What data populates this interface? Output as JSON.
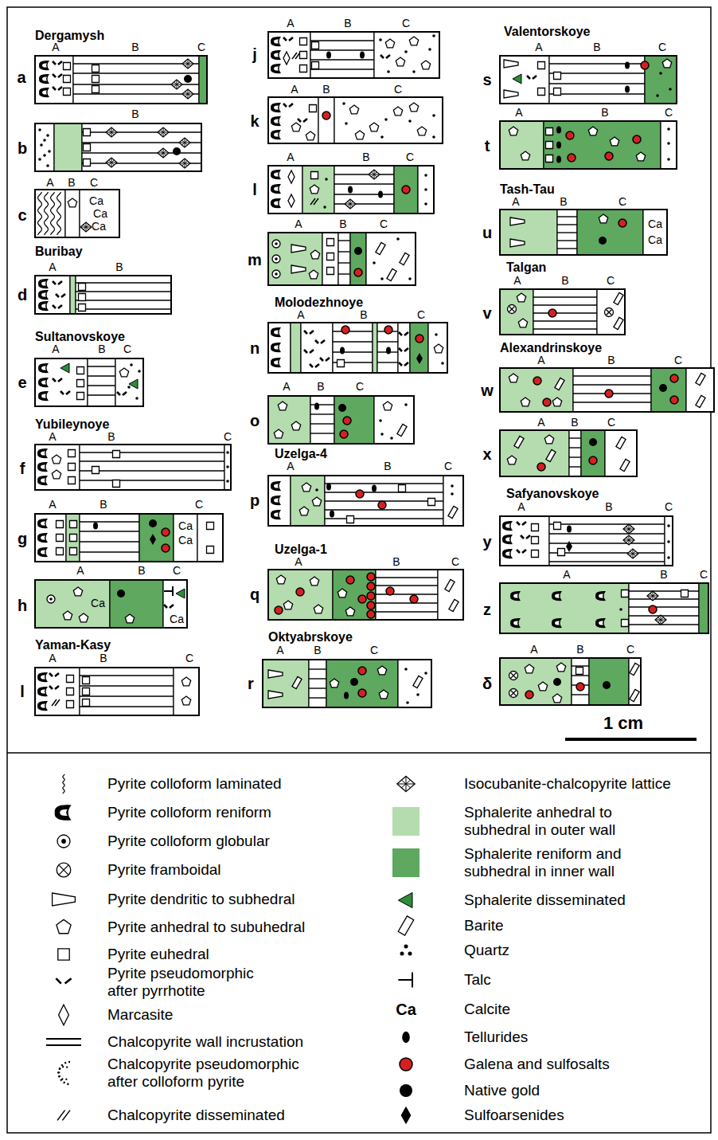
{
  "diagram": {
    "labels": [
      "Dergamysh",
      "a",
      "A",
      "B",
      "C",
      "b",
      "B",
      "c",
      "A",
      "B",
      "C",
      "Ca",
      "Ca",
      "Ca",
      "Buribay",
      "d",
      "A",
      "B",
      "Sultanovskoye",
      "e",
      "A",
      "B",
      "C",
      "Yubileynoye",
      "f",
      "A",
      "B",
      "C",
      "g",
      "A",
      "B",
      "C",
      "Ca",
      "Ca",
      "h",
      "A",
      "B",
      "C",
      "Ca",
      "Ca",
      "Yaman-Kasy",
      "l",
      "A",
      "B",
      "C",
      "j",
      "A",
      "B",
      "C",
      "k",
      "A",
      "B",
      "C",
      "l",
      "A",
      "B",
      "C",
      "m",
      "A",
      "B",
      "C",
      "Molodezhnoye",
      "n",
      "A",
      "B",
      "C",
      "o",
      "A",
      "B",
      "C",
      "Uzelga-4",
      "p",
      "A",
      "B",
      "C",
      "Uzelga-1",
      "q",
      "A",
      "B",
      "C",
      "Oktyabrskoye",
      "r",
      "A",
      "B",
      "C",
      "Valentorskoye",
      "s",
      "A",
      "B",
      "C",
      "t",
      "A",
      "B",
      "C",
      "Tash-Tau",
      "u",
      "A",
      "B",
      "C",
      "Ca",
      "Ca",
      "Talgan",
      "v",
      "A",
      "B",
      "C",
      "Alexandrinskoye",
      "w",
      "A",
      "B",
      "C",
      "x",
      "A",
      "B",
      "C",
      "Safyanovskoye",
      "y",
      "A",
      "B",
      "C",
      "z",
      "A",
      "B",
      "C",
      "δ",
      "A",
      "B",
      "C",
      "1 cm",
      "Ca"
    ],
    "legend": [
      {
        "text": "Pyrite colloform laminated"
      },
      {
        "text": "Pyrite colloform reniform"
      },
      {
        "text": "Pyrite colloform globular"
      },
      {
        "text": "Pyrite framboidal"
      },
      {
        "text": "Pyrite dendritic to subhedral"
      },
      {
        "text": "Pyrite anhedral to subuhedral"
      },
      {
        "text": "Pyrite euhedral"
      },
      {
        "text": "Pyrite pseudomorphic after pyrrhotite"
      },
      {
        "text": "Marcasite"
      },
      {
        "text": "Chalcopyrite wall incrustation"
      },
      {
        "text": "Chalcopyrite pseudomorphic after colloform pyrite"
      },
      {
        "text": "Chalcopyrite disseminated"
      },
      {
        "text": "Isocubanite-chalcopyrite lattice"
      },
      {
        "text": "Sphalerite anhedral to subhedral in outer wall",
        "color": "#b4dcae"
      },
      {
        "text": "Sphalerite reniform and subhedral in inner wall",
        "color": "#5ea85f"
      },
      {
        "text": "Sphalerite disseminated"
      },
      {
        "text": "Barite"
      },
      {
        "text": "Quartz"
      },
      {
        "text": "Talc"
      },
      {
        "text": "Calcite"
      },
      {
        "text": "Tellurides"
      },
      {
        "text": "Galena and sulfosalts"
      },
      {
        "text": "Native gold"
      },
      {
        "text": "Sulfoarsenides"
      }
    ]
  }
}
